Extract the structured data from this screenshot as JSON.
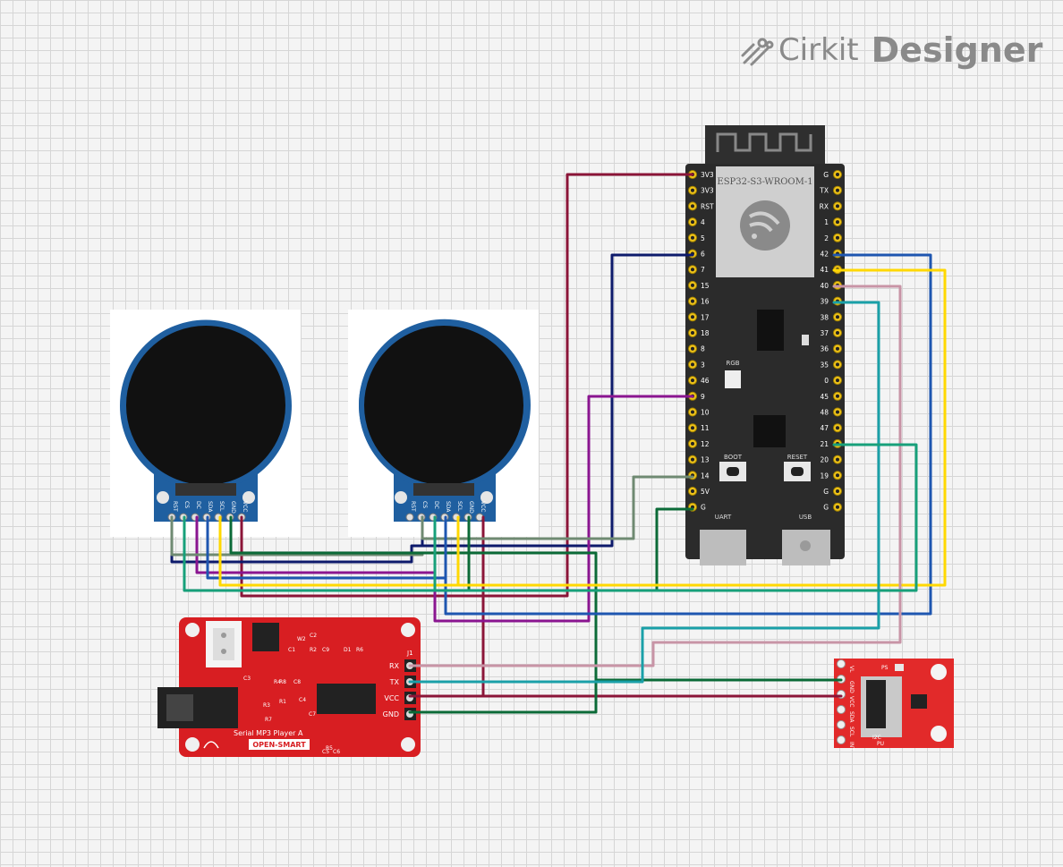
{
  "brand": {
    "name_light": "Cirkit",
    "name_bold": "Designer",
    "logo_icon": "cirkit-logo-icon"
  },
  "esp32": {
    "module_label": "ESP32-S3-WROOM-1",
    "left_pins": [
      "3V3",
      "3V3",
      "RST",
      "4",
      "5",
      "6",
      "7",
      "15",
      "16",
      "17",
      "18",
      "8",
      "3",
      "46",
      "9",
      "10",
      "11",
      "12",
      "13",
      "14",
      "5V",
      "G"
    ],
    "right_pins": [
      "G",
      "TX",
      "RX",
      "1",
      "2",
      "42",
      "41",
      "40",
      "39",
      "38",
      "37",
      "36",
      "35",
      "0",
      "45",
      "48",
      "47",
      "21",
      "20",
      "19",
      "G",
      "G"
    ],
    "rgb_label": "RGB",
    "boot_label": "BOOT",
    "reset_label": "RESET",
    "uart_label": "UART",
    "usb_label": "USB"
  },
  "displays": [
    {
      "pins": [
        "RST",
        "CS",
        "DC",
        "SDA",
        "SCL",
        "GND",
        "VCC"
      ]
    },
    {
      "pins": [
        "RST",
        "CS",
        "DC",
        "SDA",
        "SCL",
        "GND",
        "VCC"
      ]
    }
  ],
  "mp3": {
    "title": "Serial MP3 Player A",
    "brand": "OPEN-SMART",
    "pins": [
      "RX",
      "TX",
      "VCC",
      "GND"
    ],
    "connector_label": "J1",
    "components": [
      "C1",
      "C2",
      "C3",
      "C4",
      "C5",
      "C6",
      "C7",
      "C8",
      "C9",
      "D1",
      "R1",
      "R2",
      "R3",
      "R4",
      "R5",
      "R6",
      "R7",
      "R8",
      "W2"
    ]
  },
  "sensor": {
    "pins": [
      "VL",
      "GND",
      "VCC",
      "SDA",
      "SCL",
      "INT"
    ],
    "labels": [
      "PS",
      "I2C",
      "PU"
    ]
  },
  "colors": {
    "board_black": "#2b2b2b",
    "display_blue": "#1f5fa0",
    "mp3_red": "#d81e22",
    "sensor_red": "#e22a2a",
    "wire_maroon": "#8b1538",
    "wire_navy": "#0d1a6b",
    "wire_green": "#17a07a",
    "wire_purple": "#8a1590",
    "wire_blue": "#1e56b0",
    "wire_yellow": "#ffd800",
    "wire_darkgreen": "#0b6a37",
    "wire_gray": "#6f8a72",
    "wire_teal": "#1aa0a8",
    "wire_pink": "#c894a6"
  }
}
